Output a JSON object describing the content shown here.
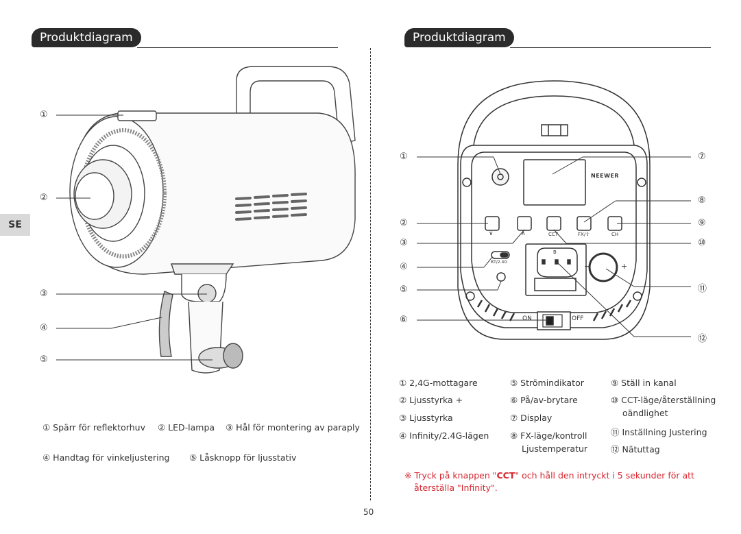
{
  "language_tab": "SE",
  "page_number": "50",
  "left": {
    "title": "Produktdiagram",
    "callouts": [
      "①",
      "②",
      "③",
      "④",
      "⑤"
    ],
    "legend_row1": [
      "① Spärr för reflektorhuv",
      "② LED-lampa",
      "③ Hål för montering av paraply"
    ],
    "legend_row2": [
      "④ Handtag för vinkeljustering",
      "⑤ Låsknopp för ljusstativ"
    ]
  },
  "right": {
    "title": "Produktdiagram",
    "callouts_left": [
      "①",
      "②",
      "③",
      "④",
      "⑤",
      "⑥"
    ],
    "callouts_right": [
      "⑦",
      "⑧",
      "⑨",
      "⑩",
      "⑪",
      "⑫"
    ],
    "device": {
      "brand": "NEEWER",
      "btn_down": "∨",
      "btn_up": "∧",
      "btn_cct": "CCT",
      "btn_fx": "FX/⇧",
      "btn_ch": "CH",
      "receiver": "BT/2.4G",
      "minus": "−",
      "plus": "+",
      "switch_on": "ON",
      "switch_off": "OFF",
      "socket_letter": "B"
    },
    "legend_col1": [
      "① 2,4G-mottagare",
      "② Ljusstyrka +",
      "③ Ljusstyrka",
      "④ Infinity/2.4G-lägen"
    ],
    "legend_col2": [
      "⑤ Strömindikator",
      "⑥ På/av-brytare",
      "⑦ Display",
      "⑧ FX-läge/kontroll",
      "Ljustemperatur"
    ],
    "legend_col3": [
      "⑨ Ställ in kanal",
      "⑩ CCT-läge/återställning",
      "oändlighet",
      "⑪ Inställning Justering",
      "⑫ Nätuttag"
    ],
    "note_prefix": "※ Tryck på knappen \"",
    "note_key": "CCT",
    "note_suffix": "\" och håll den intryckt i 5 sekunder för att",
    "note_line2": "återställa \"Infinity\"."
  }
}
